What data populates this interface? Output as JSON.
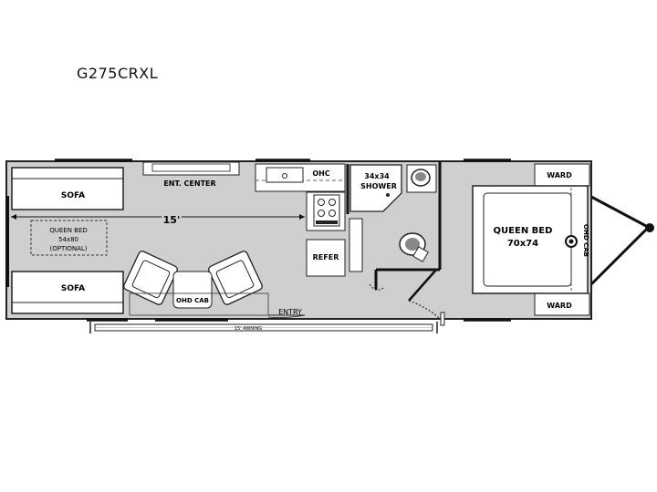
{
  "model": "G275CRXL",
  "labels": {
    "sofa_top": "SOFA",
    "sofa_bottom": "SOFA",
    "queen_bed_optional": [
      "QUEEN BED",
      "54x80",
      "(OPTIONAL)"
    ],
    "length": "15'",
    "ent_center": "ENT. CENTER",
    "ohc": "OHC",
    "refer": "REFER",
    "shower": [
      "34x34",
      "SHOWER"
    ],
    "ohd_cab": "OHD CAB",
    "entry": "ENTRY",
    "awning": "15' AWNING",
    "queen_bed": [
      "QUEEN BED",
      "70x74"
    ],
    "ward_top": "WARD",
    "ward_bottom": "WARD",
    "ohd_cab_front": "OHD CAB"
  }
}
